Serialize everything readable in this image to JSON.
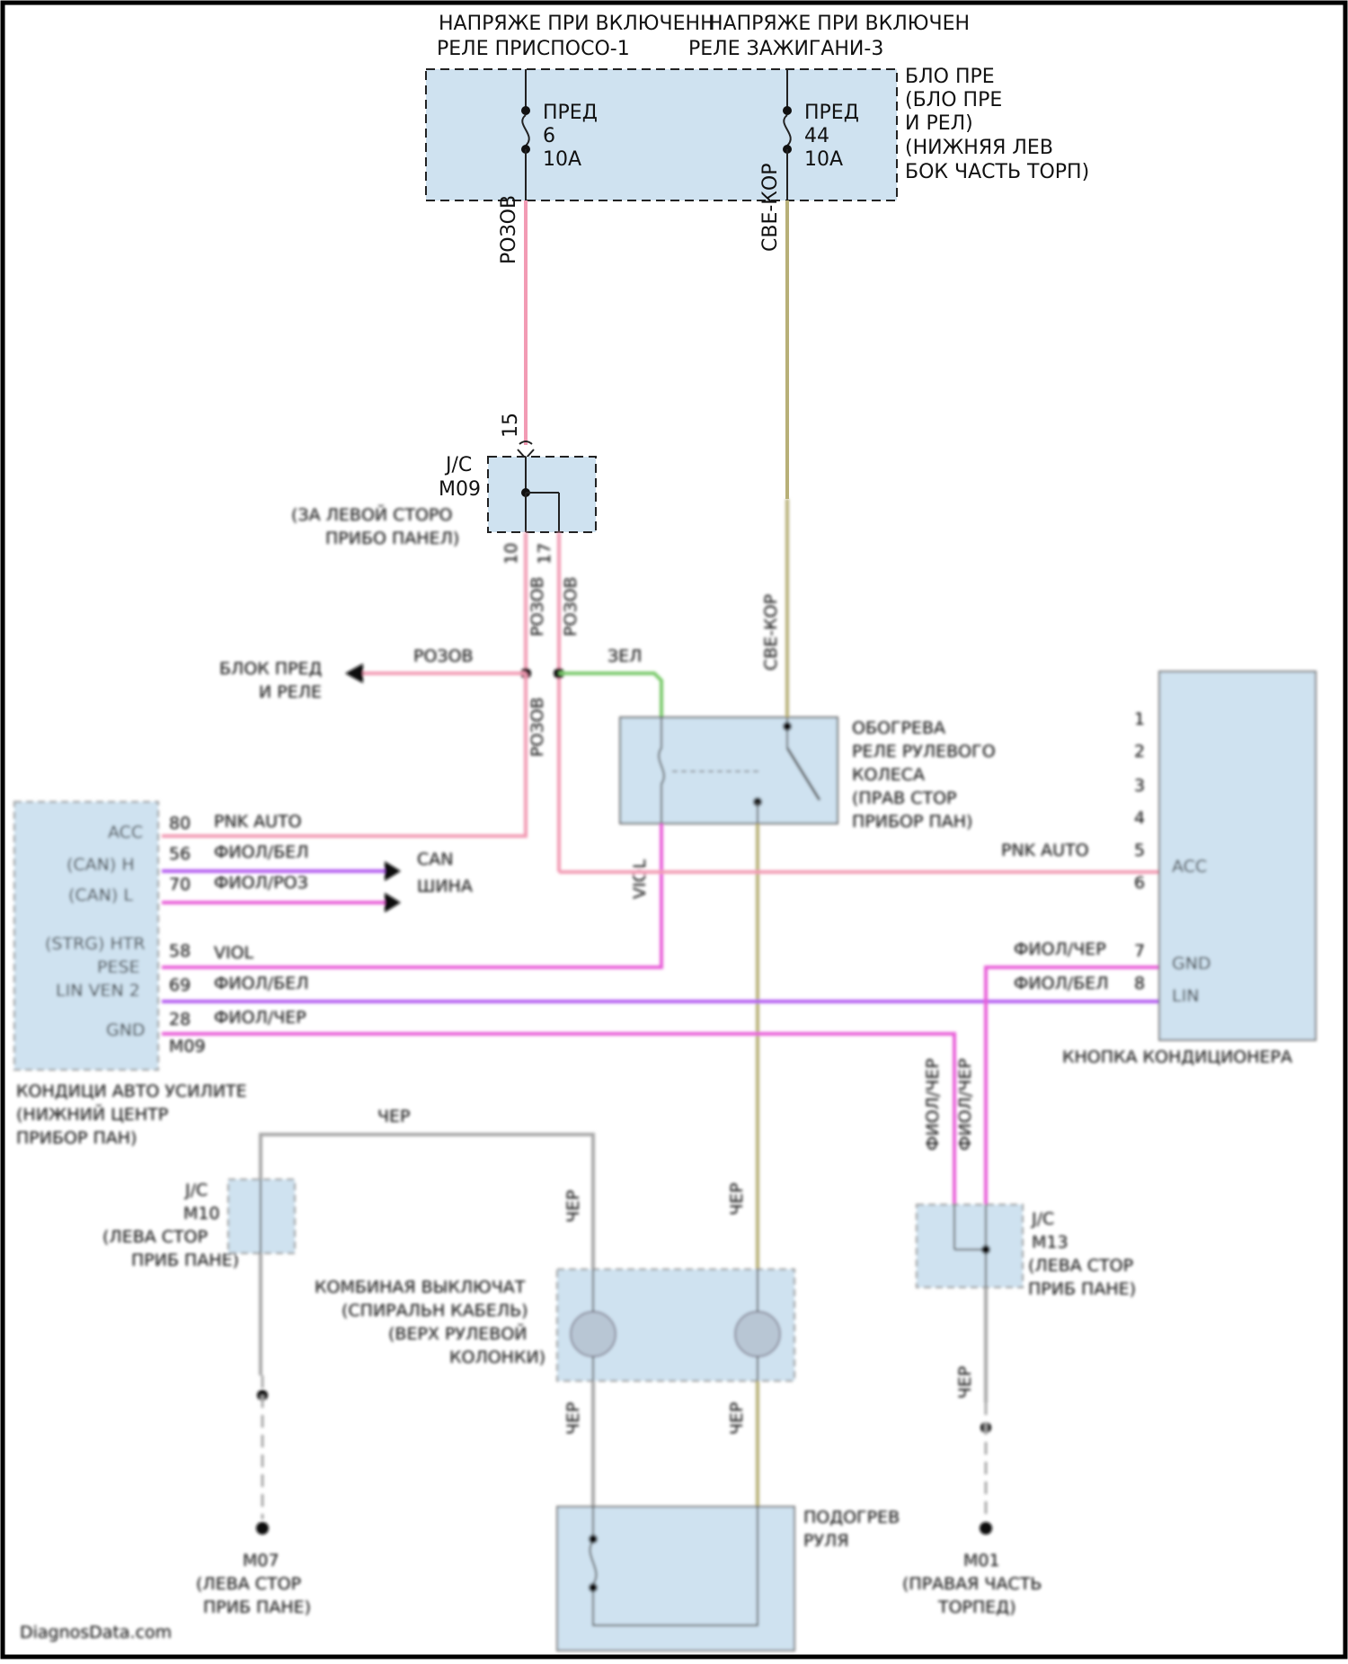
{
  "top_labels": {
    "left_line1": "НАПРЯЖЕ ПРИ ВКЛЮЧЕНН",
    "left_line2": "РЕЛЕ ПРИСПОСО-1",
    "right_line1": "НАПРЯЖЕ ПРИ ВКЛЮЧЕН",
    "right_line2": "РЕЛЕ ЗАЖИГАНИ-3"
  },
  "fuse_block": {
    "lines": [
      "БЛО ПРЕ",
      "(БЛО ПРЕ",
      "И РЕЛ)",
      "(НИЖНЯЯ ЛЕВ",
      "БОК ЧАСТЬ ТОРП)"
    ],
    "fuse_left": {
      "name": "ПРЕД",
      "num": "6",
      "rating": "10A"
    },
    "fuse_right": {
      "name": "ПРЕД",
      "num": "44",
      "rating": "10A"
    }
  },
  "wires": {
    "left_color": "РОЗОВ",
    "right_color": "СВЕ-КОР",
    "pink_hex": "#f29bb4",
    "tan_hex": "#b8b078",
    "green_hex": "#79c96a",
    "magenta_hex": "#e85fd8",
    "violet_hex": "#b45cf0",
    "gray_hex": "#a8a8a8"
  },
  "junction_m09": {
    "pin_top": "15",
    "name_line1": "J/C",
    "name_line2": "M09",
    "loc_line1": "(ЗА ЛЕВОЙ СТОРО",
    "loc_line2": "ПРИБО ПАНЕЛ)",
    "pin_bl": "10",
    "pin_br": "17"
  },
  "pink_branch": {
    "label": "РОЗОВ",
    "dest_line1": "БЛОК ПРЕД",
    "dest_line2": "И РЕЛЕ"
  },
  "green_wire": {
    "label": "ЗЕЛ"
  },
  "relay": {
    "lines": [
      "ОБОГРЕВА",
      "РЕЛЕ РУЛЕВОГО",
      "КОЛЕСА",
      "(ПРАВ СТОР",
      "ПРИБОР ПАН)"
    ]
  },
  "amp": {
    "pins": [
      {
        "name": "ACC",
        "num": "80",
        "wire": "PNK AUTO"
      },
      {
        "name": "(CAN) H",
        "num": "56",
        "wire": "ФИОЛ/БЕЛ"
      },
      {
        "name": "(CAN) L",
        "num": "70",
        "wire": "ФИОЛ/РОЗ"
      },
      {
        "name": "(STRG) HTR",
        "num": "58",
        "wire": "VIOL"
      },
      {
        "name": "PESE",
        "num": "69",
        "wire": "ФИОЛ/БЕЛ"
      },
      {
        "name": "LIN VEN 2",
        "num": "",
        "wire": ""
      },
      {
        "name": "GND",
        "num": "28",
        "wire": "ФИОЛ/ЧЕР"
      }
    ],
    "extra_num": "M09",
    "can_line1": "CAN",
    "can_line2": "ШИНА",
    "title_lines": [
      "КОНДИЦИ АВТО УСИЛИТЕ",
      "(НИЖНИЙ ЦЕНТР",
      "ПРИБОР ПАН)"
    ]
  },
  "ac_button": {
    "pins": [
      "1",
      "2",
      "3",
      "4",
      "5",
      "6",
      "7",
      "8"
    ],
    "acc_wire": "PNK AUTO",
    "acc_label": "ACC",
    "gnd_wire": "ФИОЛ/ЧЕР",
    "gnd_label": "GND",
    "lin_wire": "ФИОЛ/БЕЛ",
    "lin_label": "LIN",
    "title": "КНОПКА КОНДИЦИОНЕРА"
  },
  "gray_label": "ЧЕР",
  "junction_m10": {
    "lines": [
      "J/C",
      "M10",
      "(ЛЕВА СТОР",
      "ПРИБ ПАНЕ)"
    ]
  },
  "junction_m13": {
    "lines": [
      "J/C",
      "M13",
      "(ЛЕВА СТОР",
      "ПРИБ ПАНЕ)"
    ]
  },
  "clockspring": {
    "lines": [
      "КОМБИНАЯ ВЫКЛЮЧАТ",
      "(СПИРАЛЬН КАБЕЛЬ)",
      "(ВЕРХ РУЛЕВОЙ",
      "КОЛОНКИ)"
    ]
  },
  "heater": {
    "lines": [
      "ПОДОГРЕВ",
      "РУЛЯ"
    ]
  },
  "ground_left": {
    "lines": [
      "M07",
      "(ЛЕВА СТОР",
      "ПРИБ ПАНЕ)"
    ]
  },
  "ground_right": {
    "lines": [
      "M01",
      "(ПРАВАЯ ЧАСТЬ",
      "ТОРПЕД)"
    ]
  },
  "watermark": "DiagnosData.com"
}
